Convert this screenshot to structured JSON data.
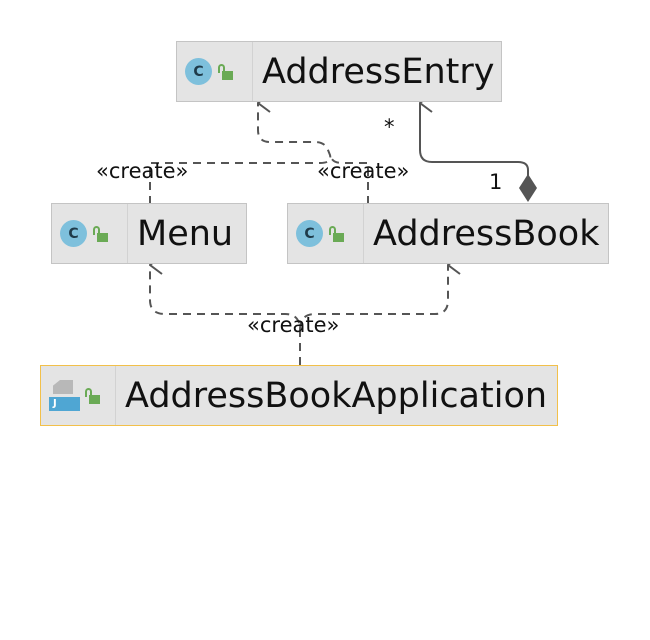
{
  "diagram": {
    "classes": [
      {
        "key": "address_entry",
        "name": "AddressEntry",
        "kind": "class",
        "icon": "class-icon",
        "visibility_icon": "unlocked-icon"
      },
      {
        "key": "menu",
        "name": "Menu",
        "kind": "class",
        "icon": "class-icon",
        "visibility_icon": "unlocked-icon"
      },
      {
        "key": "address_book",
        "name": "AddressBook",
        "kind": "class",
        "icon": "class-icon",
        "visibility_icon": "unlocked-icon"
      },
      {
        "key": "address_book_application",
        "name": "AddressBookApplication",
        "kind": "java-application",
        "icon": "java-app-icon",
        "visibility_icon": "unlocked-icon"
      }
    ],
    "relations": [
      {
        "from": "Menu",
        "to": "AddressEntry",
        "type": "dependency",
        "label": "«create»"
      },
      {
        "from": "AddressBook",
        "to": "AddressEntry",
        "type": "dependency",
        "label": "«create»"
      },
      {
        "from": "AddressBookApplication",
        "to": "Menu",
        "type": "dependency",
        "label": "«create»"
      },
      {
        "from": "AddressBookApplication",
        "to": "AddressBook",
        "type": "dependency",
        "label": "«create»"
      },
      {
        "from": "AddressBook",
        "to": "AddressEntry",
        "type": "composition",
        "source_multiplicity": "1",
        "target_multiplicity": "*"
      }
    ],
    "class_icon_letter": "C",
    "app_icon_letter": "J",
    "colors": {
      "node_fill": "#e4e4e4",
      "node_border": "#c4c4c4",
      "highlight_border": "#f2c04a",
      "class_icon": "#7ec0dc",
      "lock_icon": "#6aaa55",
      "edge": "#555555"
    }
  }
}
